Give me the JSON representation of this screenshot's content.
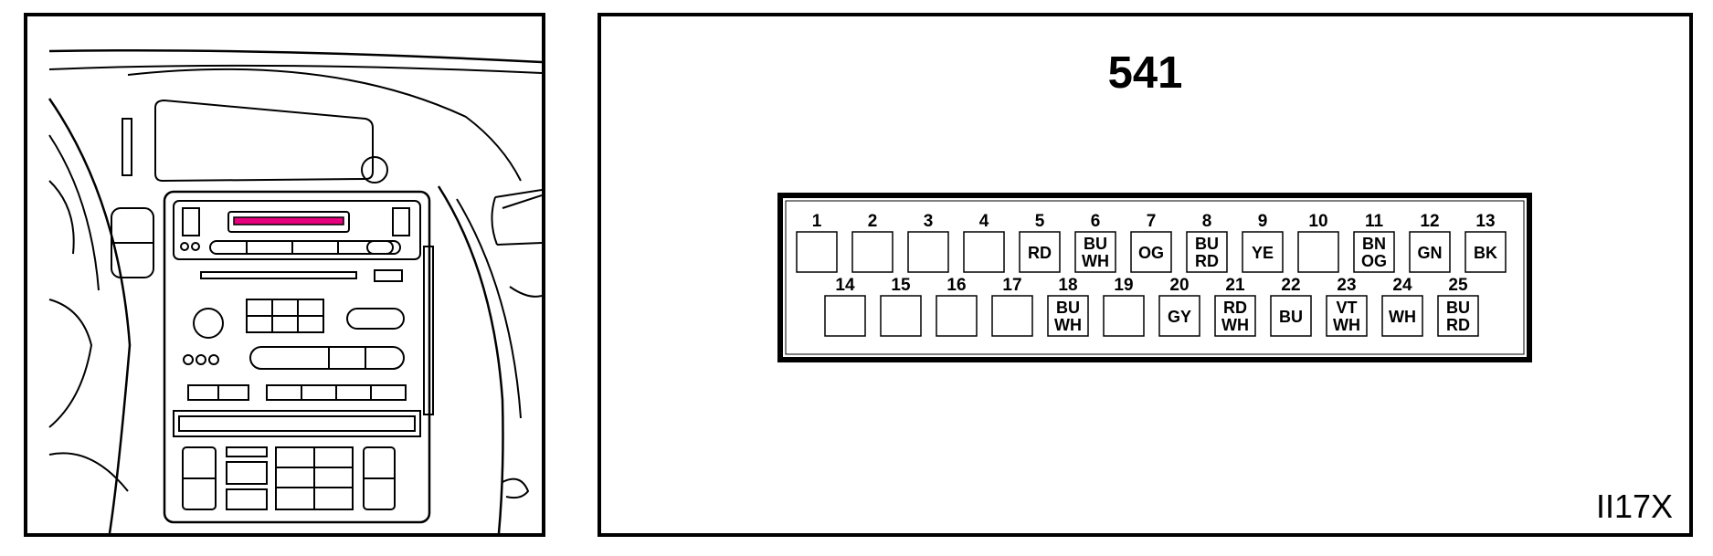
{
  "connector": {
    "id": "541",
    "reference_code": "II17X",
    "highlight_color": "#e6007e",
    "top_row": [
      {
        "pin": "1",
        "colors": []
      },
      {
        "pin": "2",
        "colors": []
      },
      {
        "pin": "3",
        "colors": []
      },
      {
        "pin": "4",
        "colors": []
      },
      {
        "pin": "5",
        "colors": [
          "RD"
        ]
      },
      {
        "pin": "6",
        "colors": [
          "BU",
          "WH"
        ]
      },
      {
        "pin": "7",
        "colors": [
          "OG"
        ]
      },
      {
        "pin": "8",
        "colors": [
          "BU",
          "RD"
        ]
      },
      {
        "pin": "9",
        "colors": [
          "YE"
        ]
      },
      {
        "pin": "10",
        "colors": []
      },
      {
        "pin": "11",
        "colors": [
          "BN",
          "OG"
        ]
      },
      {
        "pin": "12",
        "colors": [
          "GN"
        ]
      },
      {
        "pin": "13",
        "colors": [
          "BK"
        ]
      }
    ],
    "bottom_row": [
      {
        "pin": "14",
        "colors": []
      },
      {
        "pin": "15",
        "colors": []
      },
      {
        "pin": "16",
        "colors": []
      },
      {
        "pin": "17",
        "colors": []
      },
      {
        "pin": "18",
        "colors": [
          "BU",
          "WH"
        ]
      },
      {
        "pin": "19",
        "colors": []
      },
      {
        "pin": "20",
        "colors": [
          "GY"
        ]
      },
      {
        "pin": "21",
        "colors": [
          "RD",
          "WH"
        ]
      },
      {
        "pin": "22",
        "colors": [
          "BU"
        ]
      },
      {
        "pin": "23",
        "colors": [
          "VT",
          "WH"
        ]
      },
      {
        "pin": "24",
        "colors": [
          "WH"
        ]
      },
      {
        "pin": "25",
        "colors": [
          "BU",
          "RD"
        ]
      }
    ]
  }
}
